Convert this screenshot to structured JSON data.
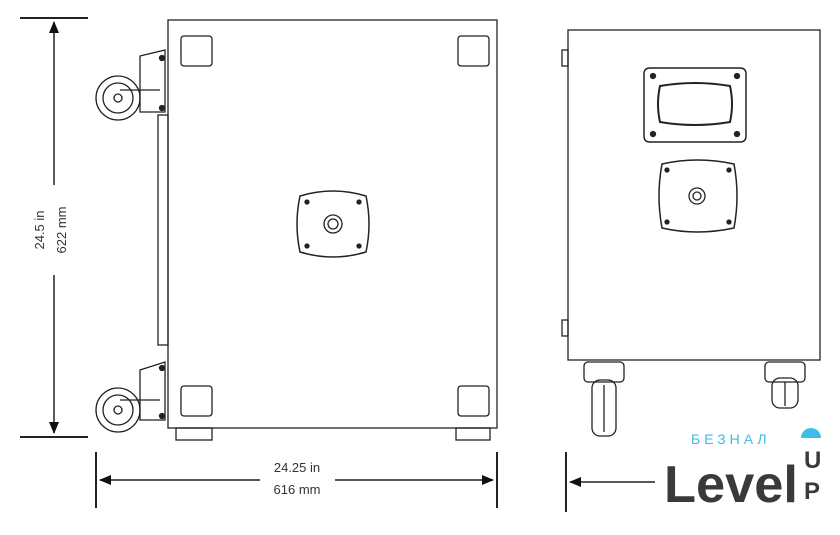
{
  "dimensions": {
    "height_in": "24.5 in",
    "height_mm": "622 mm",
    "width_in": "24.25 in",
    "width_mm": "616 mm"
  },
  "logo": {
    "small_text": "БЕЗНАЛ",
    "main_text": "Level",
    "up_u": "U",
    "up_p": "P",
    "accent_color": "#3bbde8"
  }
}
